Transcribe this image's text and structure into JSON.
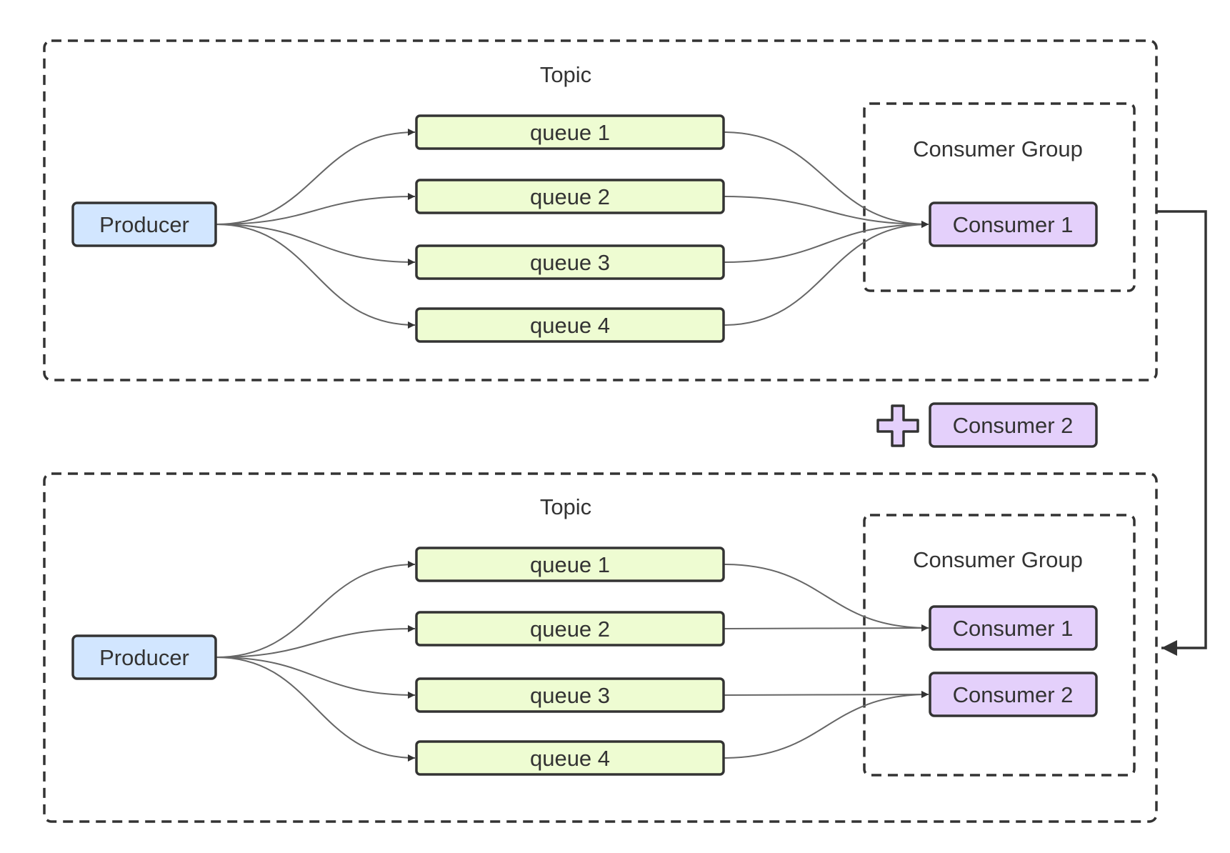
{
  "colors": {
    "producer": "#d2e6ff",
    "queue": "#eefcd2",
    "consumer": "#e4d0fb",
    "stroke": "#333333",
    "edge": "#666666"
  },
  "icons": {
    "plus": "plus-icon"
  },
  "top": {
    "topic_label": "Topic",
    "group_label": "Consumer Group",
    "producer": "Producer",
    "queues": [
      "queue 1",
      "queue 2",
      "queue 3",
      "queue 4"
    ],
    "consumers": [
      "Consumer 1"
    ],
    "assignments": [
      {
        "queue": "queue 1",
        "consumer": "Consumer 1"
      },
      {
        "queue": "queue 2",
        "consumer": "Consumer 1"
      },
      {
        "queue": "queue 3",
        "consumer": "Consumer 1"
      },
      {
        "queue": "queue 4",
        "consumer": "Consumer 1"
      }
    ]
  },
  "added_consumer": "Consumer 2",
  "bottom": {
    "topic_label": "Topic",
    "group_label": "Consumer Group",
    "producer": "Producer",
    "queues": [
      "queue 1",
      "queue 2",
      "queue 3",
      "queue 4"
    ],
    "consumers": [
      "Consumer 1",
      "Consumer 2"
    ],
    "assignments": [
      {
        "queue": "queue 1",
        "consumer": "Consumer 1"
      },
      {
        "queue": "queue 2",
        "consumer": "Consumer 1"
      },
      {
        "queue": "queue 3",
        "consumer": "Consumer 2"
      },
      {
        "queue": "queue 4",
        "consumer": "Consumer 2"
      }
    ]
  }
}
